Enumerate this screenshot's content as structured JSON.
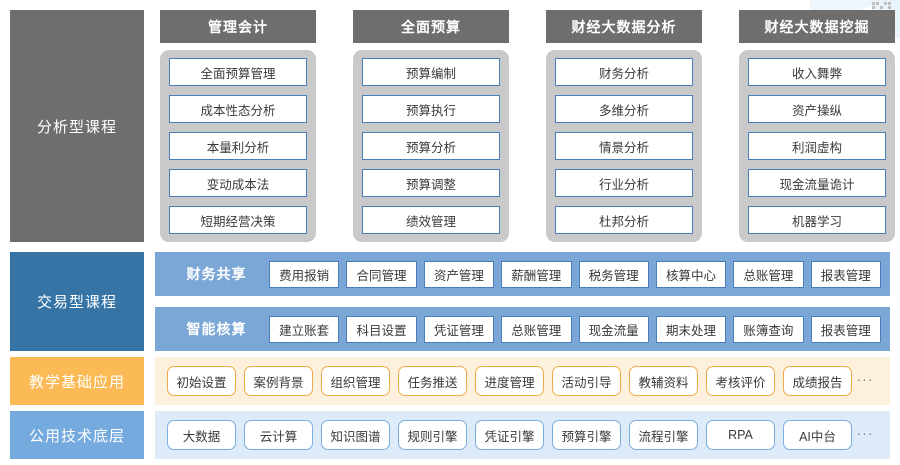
{
  "categories": {
    "analysis": "分析型课程",
    "transaction": "交易型课程",
    "teaching": "教学基础应用",
    "tech": "公用技术底层"
  },
  "analysis_columns": [
    {
      "title": "管理会计",
      "items": [
        "全面预算管理",
        "成本性态分析",
        "本量利分析",
        "变动成本法",
        "短期经营决策"
      ]
    },
    {
      "title": "全面预算",
      "items": [
        "预算编制",
        "预算执行",
        "预算分析",
        "预算调整",
        "绩效管理"
      ]
    },
    {
      "title": "财经大数据分析",
      "items": [
        "财务分析",
        "多维分析",
        "情景分析",
        "行业分析",
        "杜邦分析"
      ]
    },
    {
      "title": "财经大数据挖掘",
      "items": [
        "收入舞弊",
        "资产操纵",
        "利润虚构",
        "现金流量诡计",
        "机器学习"
      ]
    }
  ],
  "transaction_bands": [
    {
      "title": "财务共享",
      "items": [
        "费用报销",
        "合同管理",
        "资产管理",
        "薪酬管理",
        "税务管理",
        "核算中心",
        "总账管理",
        "报表管理"
      ]
    },
    {
      "title": "智能核算",
      "items": [
        "建立账套",
        "科目设置",
        "凭证管理",
        "总账管理",
        "现金流量",
        "期末处理",
        "账簿查询",
        "报表管理"
      ]
    }
  ],
  "teaching_row": {
    "items": [
      "初始设置",
      "案例背景",
      "组织管理",
      "任务推送",
      "进度管理",
      "活动引导",
      "教辅资料",
      "考核评价",
      "成绩报告"
    ],
    "more": "···"
  },
  "tech_row": {
    "items": [
      "大数据",
      "云计算",
      "知识图谱",
      "规则引擎",
      "凭证引擎",
      "预算引擎",
      "流程引擎",
      "RPA",
      "AI中台"
    ],
    "more": "···"
  },
  "colors": {
    "analysis_gray": "#706d6d",
    "transaction_blue": "#3574a5",
    "band_blue": "#7ba7d7",
    "teaching_orange": "#fbba56",
    "teaching_bg": "#fdf0dc",
    "tech_blue": "#74aade",
    "tech_bg": "#ddeaf8",
    "item_border_blue": "#4a7ebb",
    "container_gray": "#c9c9c9"
  }
}
